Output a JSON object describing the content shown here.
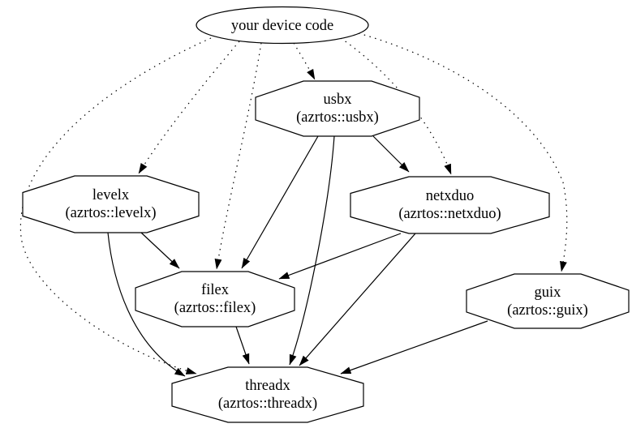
{
  "diagram": {
    "background_color": "#ffffff",
    "stroke_color": "#000000",
    "nodes": {
      "device": {
        "label": "your device code",
        "shape": "ellipse"
      },
      "usbx": {
        "label": "usbx",
        "sublabel": "(azrtos::usbx)",
        "shape": "octagon"
      },
      "levelx": {
        "label": "levelx",
        "sublabel": "(azrtos::levelx)",
        "shape": "octagon"
      },
      "netxduo": {
        "label": "netxduo",
        "sublabel": "(azrtos::netxduo)",
        "shape": "octagon"
      },
      "filex": {
        "label": "filex",
        "sublabel": "(azrtos::filex)",
        "shape": "octagon"
      },
      "guix": {
        "label": "guix",
        "sublabel": "(azrtos::guix)",
        "shape": "octagon"
      },
      "threadx": {
        "label": "threadx",
        "sublabel": "(azrtos::threadx)",
        "shape": "octagon"
      }
    },
    "edges": [
      {
        "from": "your device code",
        "to": "usbx",
        "style": "dotted"
      },
      {
        "from": "your device code",
        "to": "levelx",
        "style": "dotted"
      },
      {
        "from": "your device code",
        "to": "filex",
        "style": "dotted"
      },
      {
        "from": "your device code",
        "to": "netxduo",
        "style": "dotted"
      },
      {
        "from": "your device code",
        "to": "guix",
        "style": "dotted"
      },
      {
        "from": "your device code",
        "to": "threadx",
        "style": "dotted"
      },
      {
        "from": "usbx",
        "to": "netxduo",
        "style": "solid"
      },
      {
        "from": "usbx",
        "to": "filex",
        "style": "solid"
      },
      {
        "from": "usbx",
        "to": "threadx",
        "style": "solid"
      },
      {
        "from": "levelx",
        "to": "filex",
        "style": "solid"
      },
      {
        "from": "levelx",
        "to": "threadx",
        "style": "solid"
      },
      {
        "from": "netxduo",
        "to": "filex",
        "style": "solid"
      },
      {
        "from": "netxduo",
        "to": "threadx",
        "style": "solid"
      },
      {
        "from": "filex",
        "to": "threadx",
        "style": "solid"
      },
      {
        "from": "guix",
        "to": "threadx",
        "style": "solid"
      }
    ]
  }
}
